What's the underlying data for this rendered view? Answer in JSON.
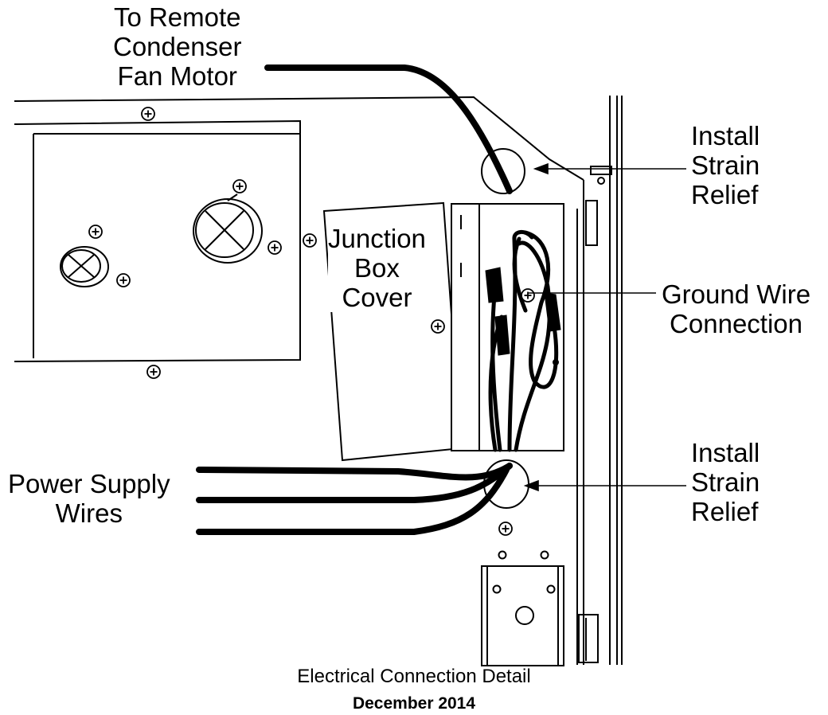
{
  "labels": {
    "remote_motor": [
      "To Remote",
      "Condenser",
      "Fan Motor"
    ],
    "strain_top": [
      "Install",
      "Strain",
      "Relief"
    ],
    "junction": [
      "Junction",
      "Box",
      "Cover"
    ],
    "ground": [
      "Ground Wire",
      "Connection"
    ],
    "power": [
      "Power Supply",
      "Wires"
    ],
    "strain_bottom": [
      "Install",
      "Strain",
      "Relief"
    ]
  },
  "caption": {
    "title": "Electrical Connection Detail",
    "date": "December 2014"
  }
}
